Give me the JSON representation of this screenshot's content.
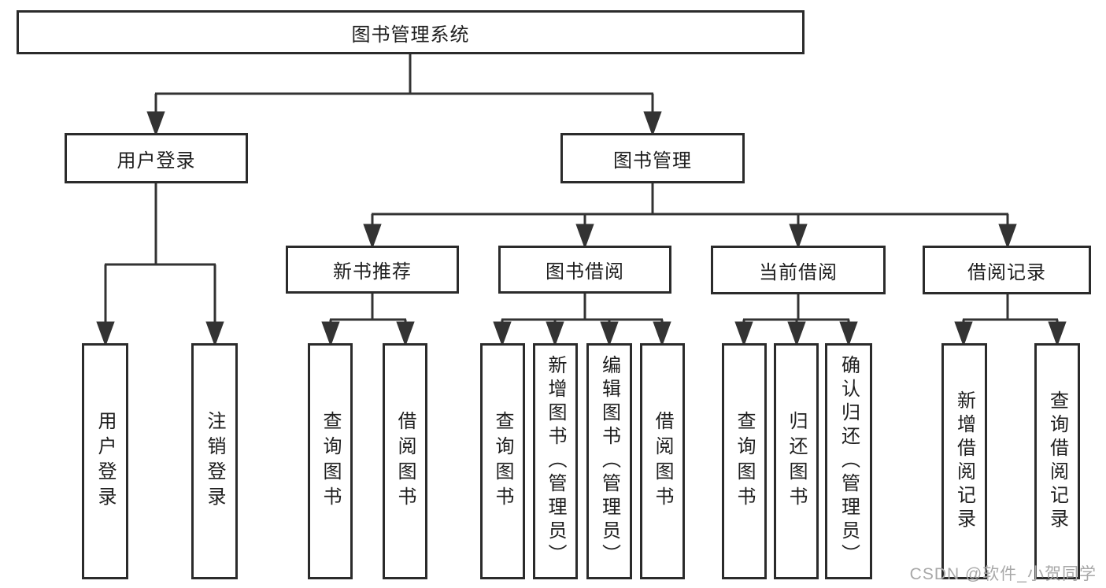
{
  "diagram": {
    "title_node": {
      "label": "图书管理系统"
    },
    "level2": [
      {
        "id": "user-login",
        "label": "用户登录"
      },
      {
        "id": "book-management",
        "label": "图书管理"
      }
    ],
    "level3": [
      {
        "id": "new-book-recommend",
        "label": "新书推荐",
        "parent": "图书管理"
      },
      {
        "id": "book-borrow",
        "label": "图书借阅",
        "parent": "图书管理"
      },
      {
        "id": "current-borrow",
        "label": "当前借阅",
        "parent": "图书管理"
      },
      {
        "id": "borrow-record",
        "label": "借阅记录",
        "parent": "图书管理"
      }
    ],
    "leaves": [
      {
        "label": "用户登录",
        "parent": "用户登录"
      },
      {
        "label": "注销登录",
        "parent": "用户登录"
      },
      {
        "label": "查询图书",
        "parent": "新书推荐"
      },
      {
        "label": "借阅图书",
        "parent": "新书推荐"
      },
      {
        "label": "查询图书",
        "parent": "图书借阅"
      },
      {
        "label": "新增图书（管理员）",
        "parent": "图书借阅"
      },
      {
        "label": "编辑图书（管理员）",
        "parent": "图书借阅"
      },
      {
        "label": "借阅图书",
        "parent": "图书借阅"
      },
      {
        "label": "查询图书",
        "parent": "当前借阅"
      },
      {
        "label": "归还图书",
        "parent": "当前借阅"
      },
      {
        "label": "确认归还（管理员）",
        "parent": "当前借阅"
      },
      {
        "label": "新增借阅记录",
        "parent": "借阅记录"
      },
      {
        "label": "查询借阅记录",
        "parent": "借阅记录"
      }
    ],
    "watermark": "CSDN @软件_小贺同学",
    "colors": {
      "line": "#333333",
      "box_border": "#2b2b2b",
      "box_fill": "#ffffff",
      "text": "#1e1e1e",
      "watermark_text": "#a8a8a8",
      "background": "#ffffff"
    }
  }
}
